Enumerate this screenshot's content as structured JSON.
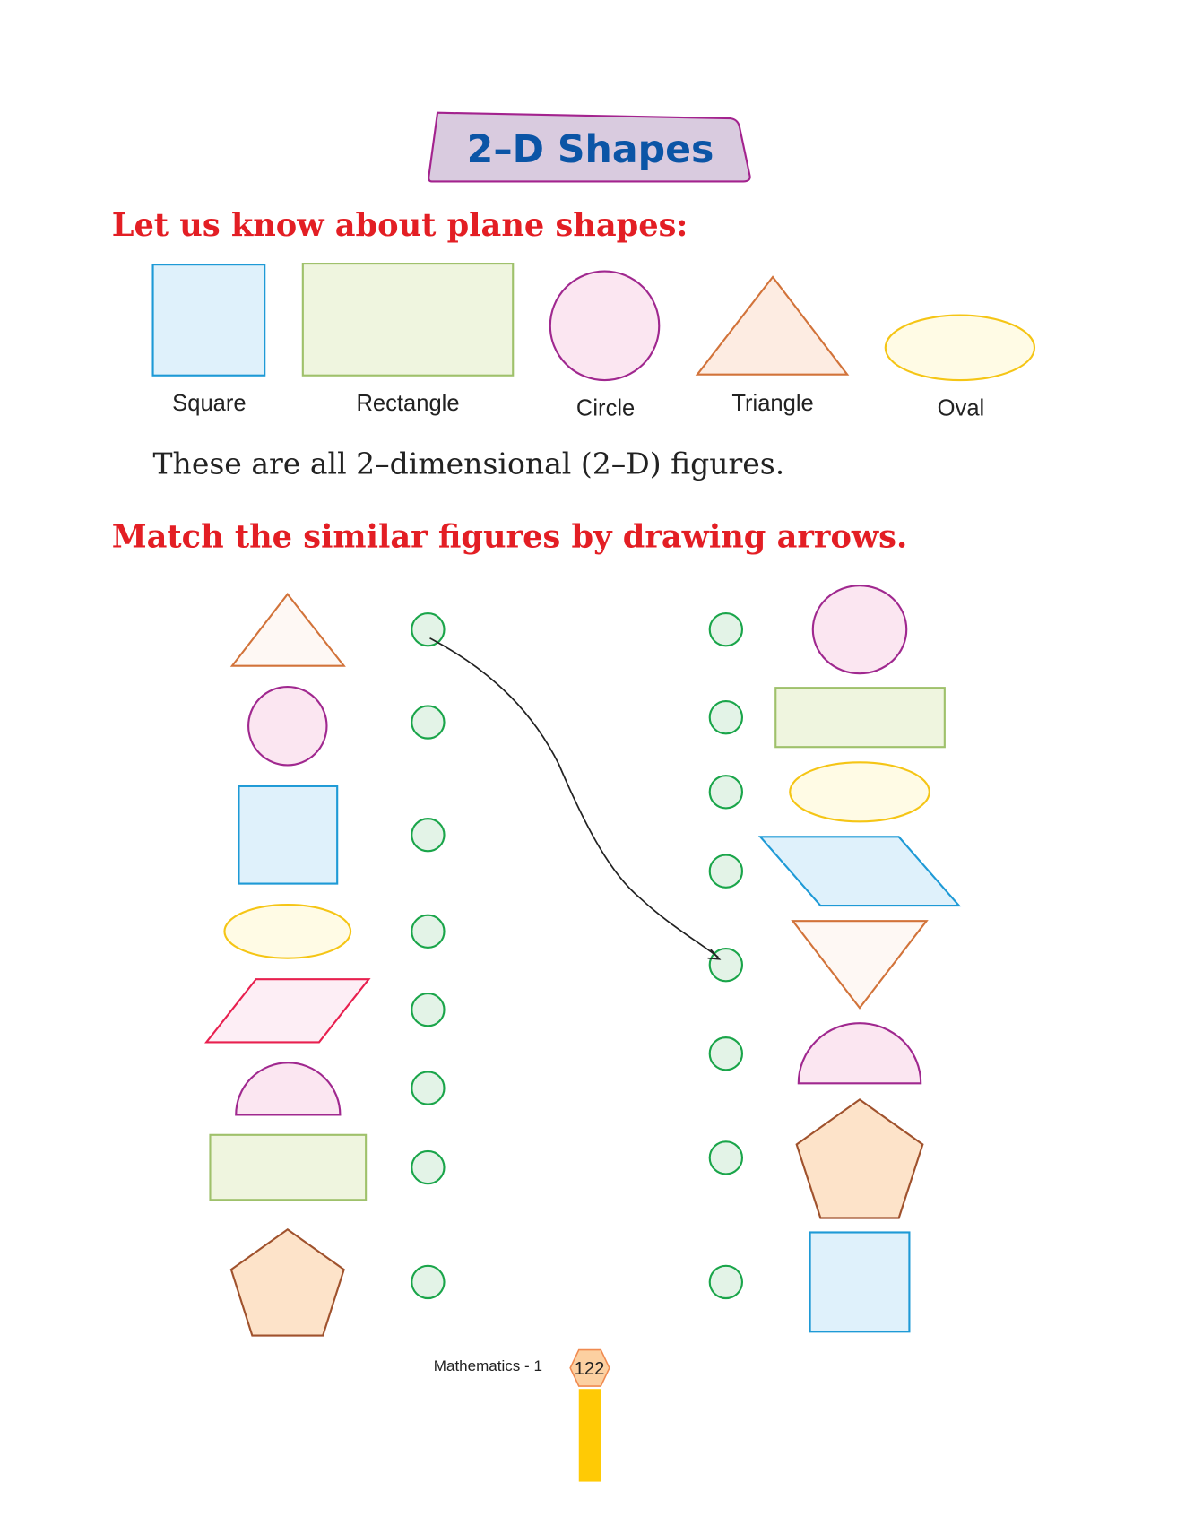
{
  "title": "2–D Shapes",
  "section1": {
    "heading": "Let us know about plane shapes:",
    "shapes": [
      {
        "label": "Square"
      },
      {
        "label": "Rectangle"
      },
      {
        "label": "Circle"
      },
      {
        "label": "Triangle"
      },
      {
        "label": "Oval"
      }
    ],
    "note": "These are all 2–dimensional (2–D) figures."
  },
  "section2": {
    "heading": "Match the similar figures by drawing arrows.",
    "left_shapes": [
      "triangle",
      "circle",
      "square",
      "oval",
      "parallelogram",
      "semicircle",
      "rectangle",
      "pentagon"
    ],
    "right_shapes": [
      "circle",
      "rectangle",
      "oval",
      "parallelogram",
      "inverted-triangle",
      "semicircle",
      "pentagon",
      "square"
    ],
    "example_match": {
      "from": "triangle",
      "to": "inverted-triangle"
    }
  },
  "footer": {
    "book": "Mathematics - 1",
    "page": "122"
  },
  "colors": {
    "heading": "#e31e24",
    "title": "#0b55a6",
    "banner": "#d9cbdf",
    "dot": "#1aa54a"
  }
}
